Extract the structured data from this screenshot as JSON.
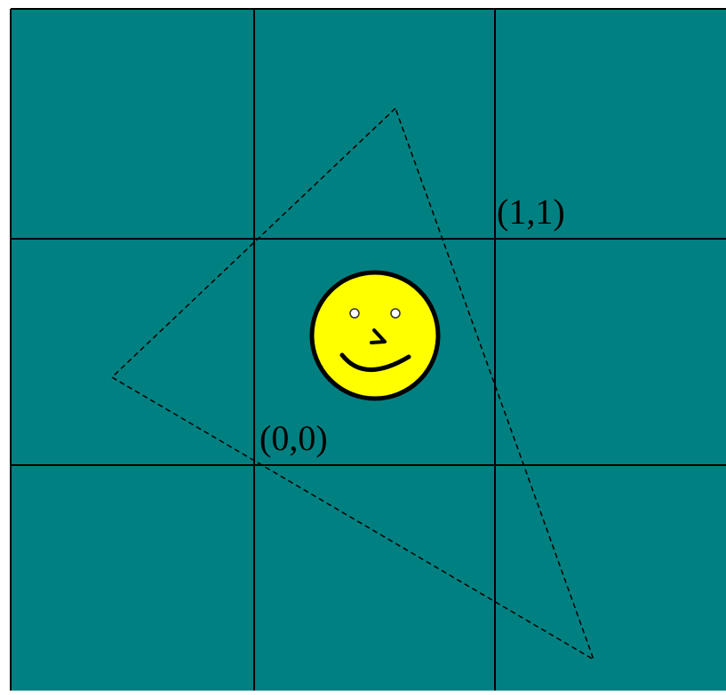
{
  "diagram": {
    "background_color": "#008080",
    "grid_line_color": "#000000",
    "grid": {
      "columns": 3,
      "rows": 3
    },
    "labels": {
      "origin": "(0,0)",
      "unit_corner": "(1,1)"
    },
    "triangle": {
      "stroke_style": "dashed",
      "stroke_color": "#000000"
    },
    "smiley": {
      "face_color": "#ffff00",
      "outline_color": "#000000",
      "eye_color": "#ffffff"
    }
  }
}
